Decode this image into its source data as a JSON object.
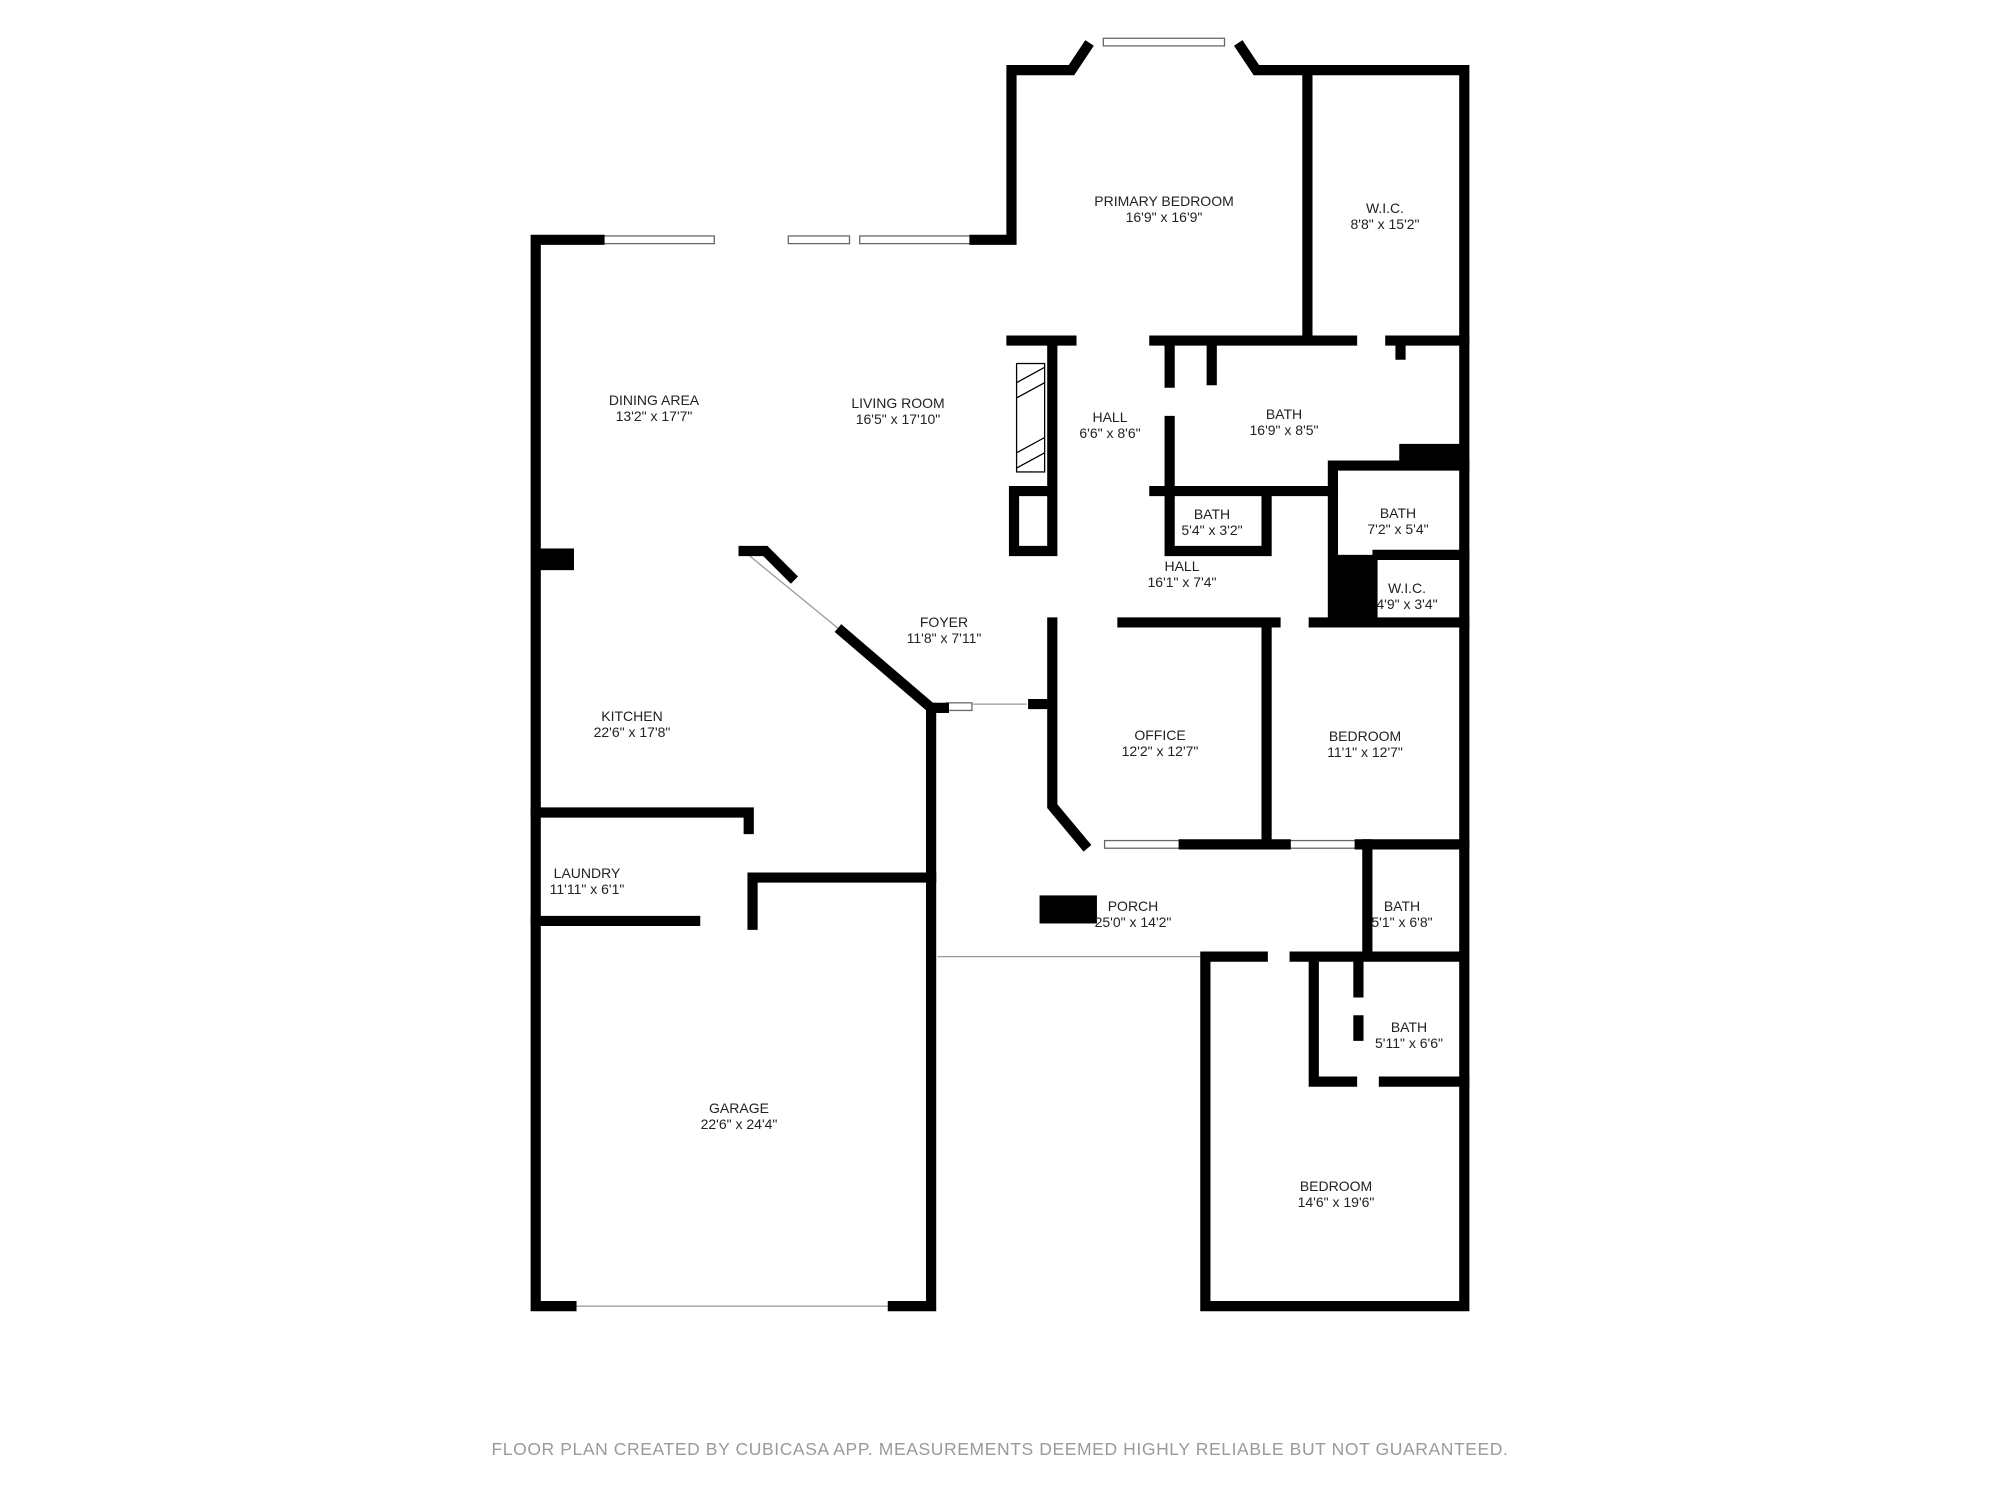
{
  "rooms": [
    {
      "name": "PRIMARY BEDROOM",
      "size": "16'9\" x 16'9\""
    },
    {
      "name": "W.I.C.",
      "size": "8'8\" x 15'2\""
    },
    {
      "name": "DINING AREA",
      "size": "13'2\" x 17'7\""
    },
    {
      "name": "LIVING ROOM",
      "size": "16'5\" x 17'10\""
    },
    {
      "name": "HALL",
      "size": "6'6\" x 8'6\""
    },
    {
      "name": "BATH",
      "size": "16'9\" x 8'5\""
    },
    {
      "name": "BATH",
      "size": "5'4\" x 3'2\""
    },
    {
      "name": "BATH",
      "size": "7'2\" x 5'4\""
    },
    {
      "name": "HALL",
      "size": "16'1\" x 7'4\""
    },
    {
      "name": "W.I.C.",
      "size": "4'9\" x 3'4\""
    },
    {
      "name": "FOYER",
      "size": "11'8\" x 7'11\""
    },
    {
      "name": "KITCHEN",
      "size": "22'6\" x 17'8\""
    },
    {
      "name": "OFFICE",
      "size": "12'2\" x 12'7\""
    },
    {
      "name": "BEDROOM",
      "size": "11'1\" x 12'7\""
    },
    {
      "name": "LAUNDRY",
      "size": "11'11\" x 6'1\""
    },
    {
      "name": "PORCH",
      "size": "25'0\" x 14'2\""
    },
    {
      "name": "BATH",
      "size": "5'1\" x 6'8\""
    },
    {
      "name": "BATH",
      "size": "5'11\" x 6'6\""
    },
    {
      "name": "GARAGE",
      "size": "22'6\" x 24'4\""
    },
    {
      "name": "BEDROOM",
      "size": "14'6\" x 19'6\""
    }
  ],
  "footer": "FLOOR PLAN CREATED BY CUBICASA APP. MEASUREMENTS DEEMED HIGHLY RELIABLE BUT NOT GUARANTEED."
}
